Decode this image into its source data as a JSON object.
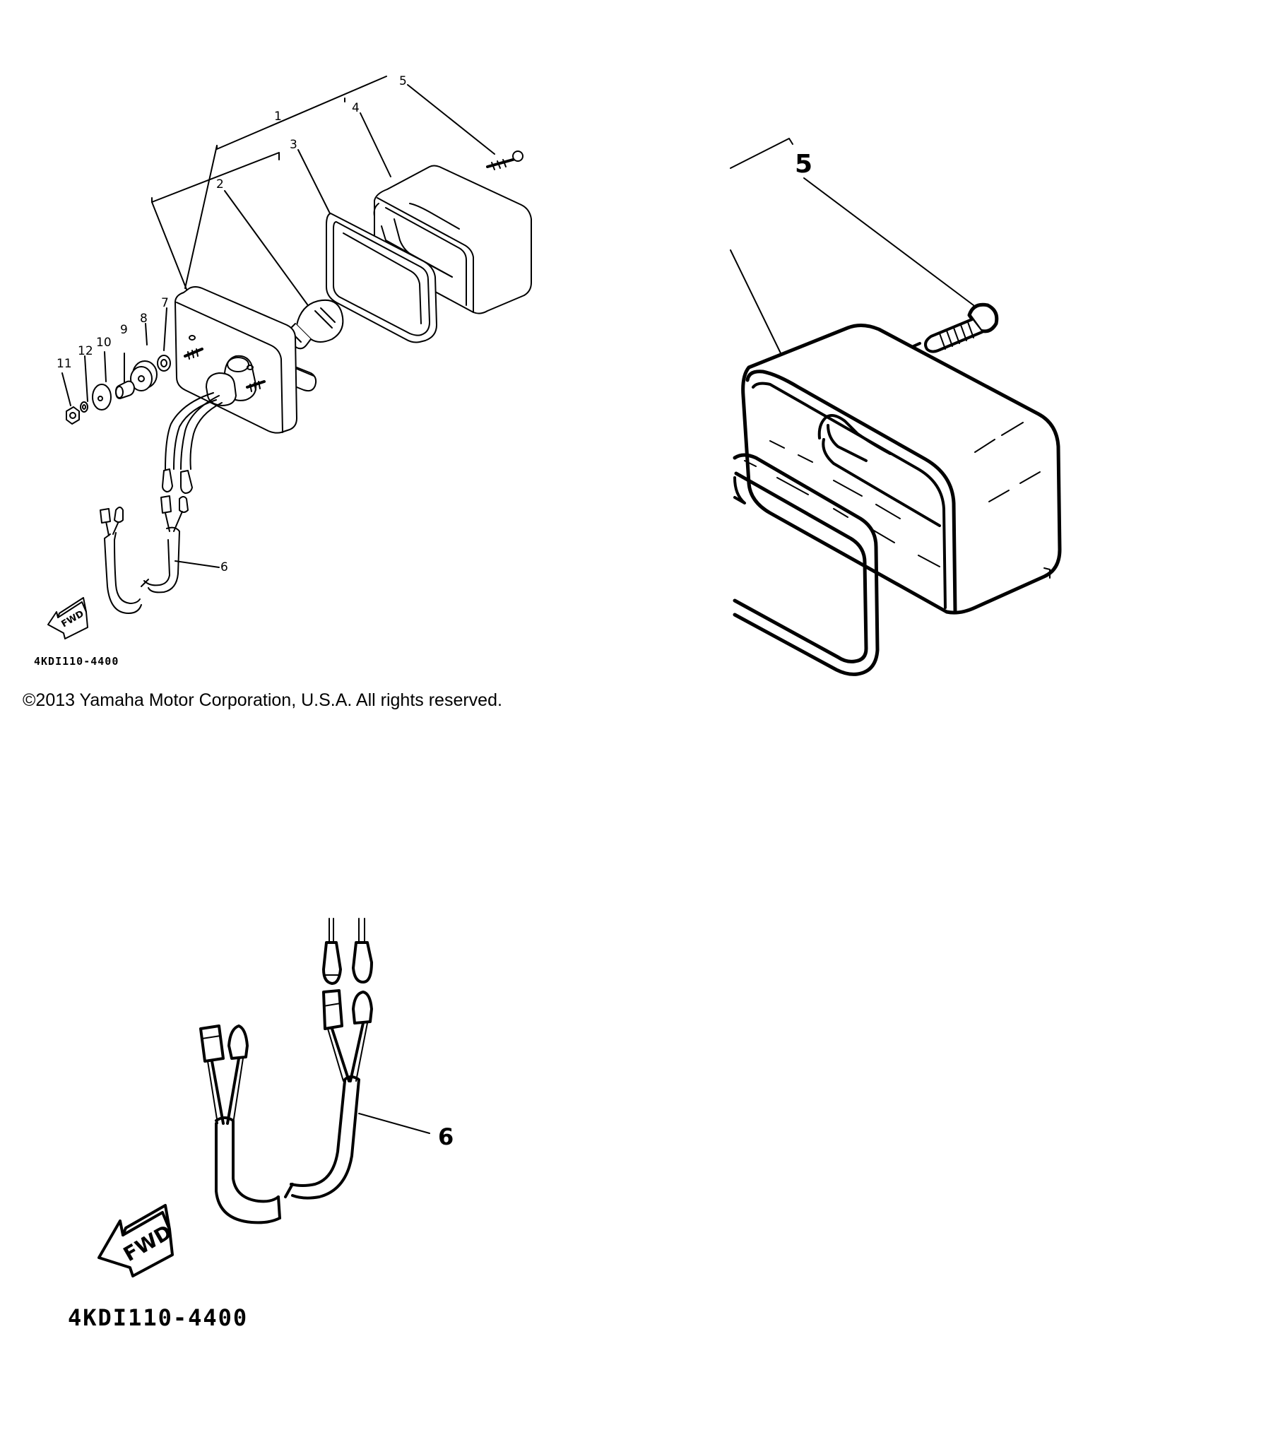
{
  "diagram": {
    "callouts": {
      "c1": "1",
      "c2": "2",
      "c3": "3",
      "c4": "4",
      "c5": "5",
      "c6": "6",
      "c7": "7",
      "c8": "8",
      "c9": "9",
      "c10": "10",
      "c11": "11",
      "c12": "12"
    },
    "fwd_label": "FWD",
    "drawing_code": "4KDI110-4400"
  },
  "detail_top": {
    "callout": "5"
  },
  "detail_bottom": {
    "callout": "6",
    "fwd_label": "FWD",
    "drawing_code": "4KDI110-4400"
  },
  "footer": {
    "copyright": "©2013 Yamaha Motor Corporation, U.S.A. All rights reserved."
  }
}
